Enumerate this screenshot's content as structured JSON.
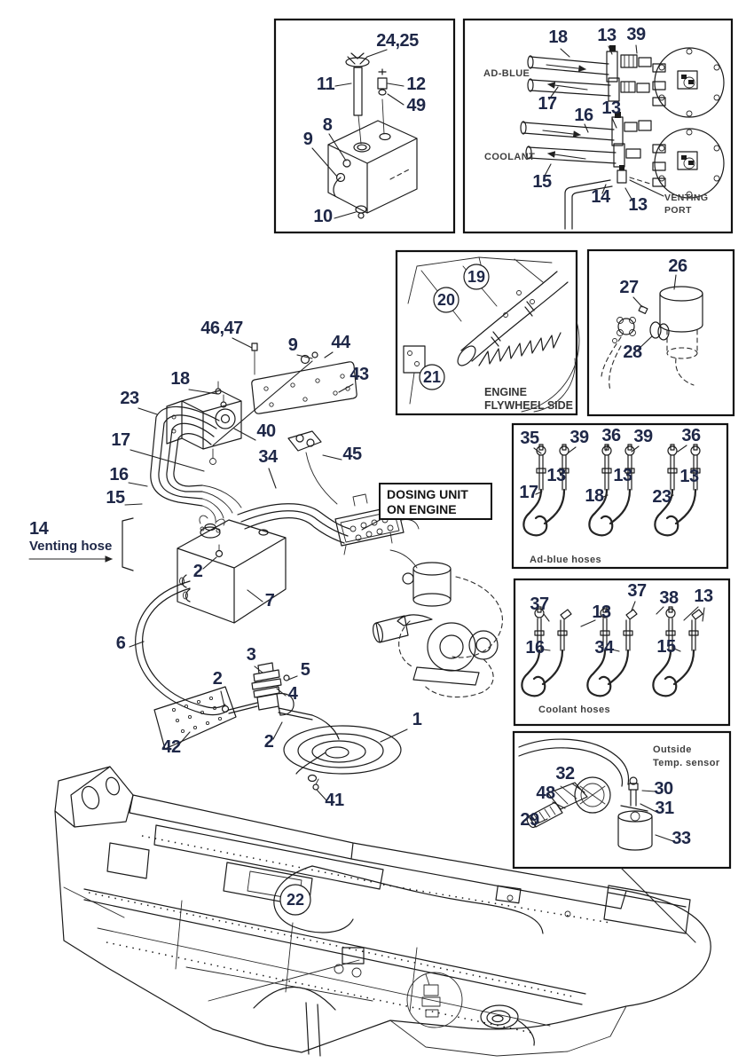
{
  "palette": {
    "callout_color": "#1e2747",
    "line_color": "#1b1b1b",
    "caption_color": "#3f3f3f",
    "background": "#ffffff"
  },
  "callouts": {
    "n1": "1",
    "n2": "2",
    "n3": "3",
    "n4": "4",
    "n5": "5",
    "n6": "6",
    "n7": "7",
    "n8": "8",
    "n9": "9",
    "n10": "10",
    "n11": "11",
    "n12": "12",
    "n13": "13",
    "n14": "14",
    "n15": "15",
    "n16": "16",
    "n17": "17",
    "n18": "18",
    "n19": "19",
    "n20": "20",
    "n21": "21",
    "n22": "22",
    "n23": "23",
    "n24_25": "24,25",
    "n26": "26",
    "n27": "27",
    "n28": "28",
    "n29": "29",
    "n30": "30",
    "n31": "31",
    "n32": "32",
    "n33": "33",
    "n34": "34",
    "n35": "35",
    "n36": "36",
    "n37": "37",
    "n38": "38",
    "n39": "39",
    "n40": "40",
    "n41": "41",
    "n42": "42",
    "n43": "43",
    "n44": "44",
    "n45": "45",
    "n46_47": "46,47",
    "n48": "48",
    "n49": "49"
  },
  "texts": {
    "ad_blue": "AD-BLUE",
    "coolant": "COOLANT",
    "venting_port_l1": "VENTING",
    "venting_port_l2": "PORT",
    "engine_flywheel_l1": "ENGINE",
    "engine_flywheel_l2": "FLYWHEEL SIDE",
    "dosing_l1": "DOSING UNIT",
    "dosing_l2": "ON ENGINE",
    "venting_hose": "Venting hose",
    "adblue_hoses": "Ad-blue hoses",
    "coolant_hoses": "Coolant hoses",
    "outside_l1": "Outside",
    "outside_l2": "Temp. sensor"
  }
}
